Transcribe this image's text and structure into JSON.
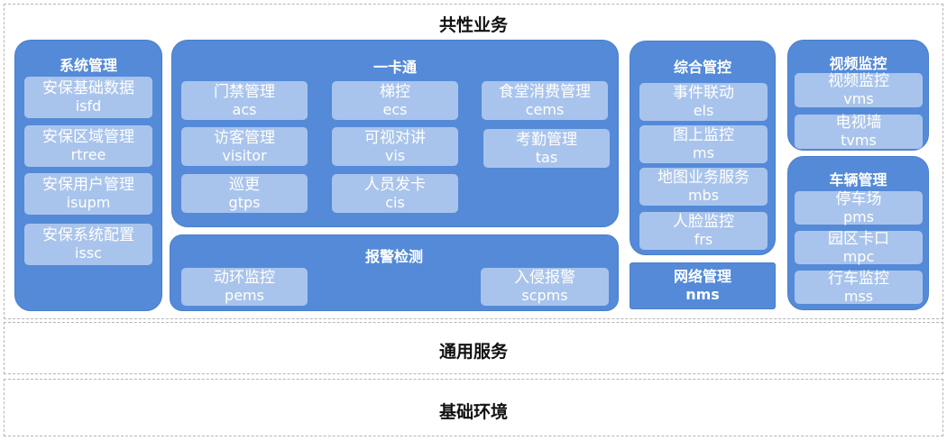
{
  "layers": {
    "shared": "共性业务",
    "common": "通用服务",
    "base": "基础环境"
  },
  "system": {
    "title": "系统管理",
    "items": [
      {
        "cn": "安保基础数据",
        "en": "isfd"
      },
      {
        "cn": "安保区域管理",
        "en": "rtree"
      },
      {
        "cn": "安保用户管理",
        "en": "isupm"
      },
      {
        "cn": "安保系统配置",
        "en": "issc"
      }
    ]
  },
  "card": {
    "title": "一卡通",
    "items": [
      {
        "cn": "门禁管理",
        "en": "acs"
      },
      {
        "cn": "梯控",
        "en": "ecs"
      },
      {
        "cn": "食堂消费管理",
        "en": "cems"
      },
      {
        "cn": "访客管理",
        "en": "visitor"
      },
      {
        "cn": "可视对讲",
        "en": "vis"
      },
      {
        "cn": "考勤管理",
        "en": "tas"
      },
      {
        "cn": "巡更",
        "en": "gtps"
      },
      {
        "cn": "人员发卡",
        "en": "cis"
      }
    ]
  },
  "alarm": {
    "title": "报警检测",
    "items": [
      {
        "cn": "动环监控",
        "en": "pems"
      },
      {
        "cn": "入侵报警",
        "en": "scpms"
      }
    ]
  },
  "integrated": {
    "title": "综合管控",
    "items": [
      {
        "cn": "事件联动",
        "en": "els"
      },
      {
        "cn": "图上监控",
        "en": "ms"
      },
      {
        "cn": "地图业务服务",
        "en": "mbs"
      },
      {
        "cn": "人脸监控",
        "en": "frs"
      }
    ]
  },
  "network": {
    "title": "网络管理",
    "en": "nms"
  },
  "video": {
    "title": "视频监控",
    "items": [
      {
        "cn": "视频监控",
        "en": "vms"
      },
      {
        "cn": "电视墙",
        "en": "tvms"
      }
    ]
  },
  "vehicle": {
    "title": "车辆管理",
    "items": [
      {
        "cn": "停车场",
        "en": "pms"
      },
      {
        "cn": "园区卡口",
        "en": "mpc"
      },
      {
        "cn": "行车监控",
        "en": "mss"
      }
    ]
  },
  "colors": {
    "panel": "#548ad8",
    "item": "#a9c4ec",
    "border": "#b5b5b5"
  }
}
